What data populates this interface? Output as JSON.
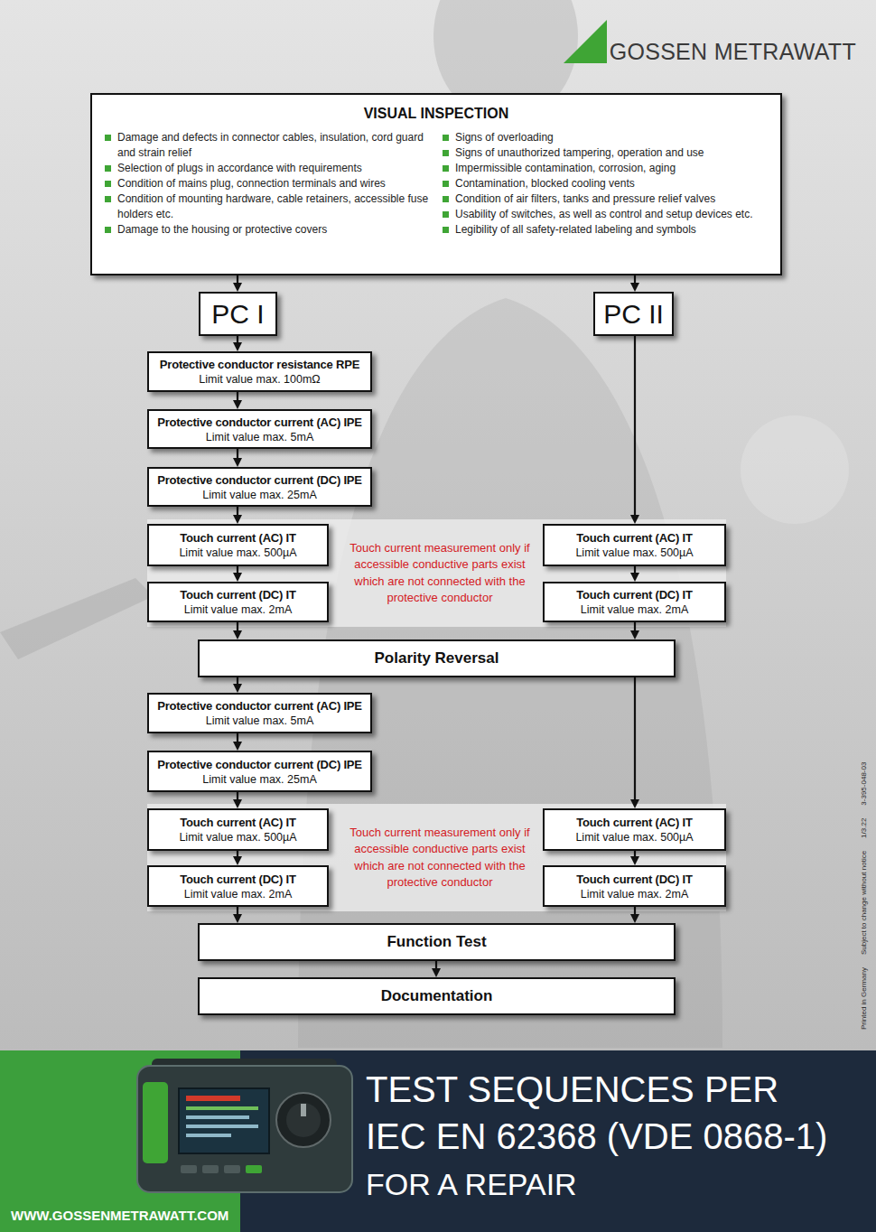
{
  "diagram": {
    "title": "TEST SEQUENCES PER IEC EN 62368 (VDE 0868-1)",
    "nodes": [
      {
        "text": [
          "VISUAL INSPECTION",
          "Damage and defects in connector cables, insulation, cord guard and strain relief",
          "Selection of plugs in accordance with requirements",
          "Condition of mains plug, connection terminals and wires",
          "Condition of mounting hardware, cable retainers, accessible fuse holders etc.",
          "Damage to the housing or protective covers",
          "Signs of overloading",
          "Signs of unauthorized tampering, operation and use",
          "Impermissible contamination, corrosion, aging",
          "Contamination, blocked cooling vents",
          "Condition of air filters, tanks and pressure relief valves",
          "Usability of switches, as well as control and setup devices etc.",
          "Legibility of all safety-related labeling and symbols"
        ]
      },
      {
        "text": [
          "PC I"
        ]
      },
      {
        "text": [
          "PC II"
        ]
      },
      {
        "text": [
          "Protective conductor resistance RPE",
          "Limit value max. 100mΩ"
        ]
      },
      {
        "text": [
          "Protective conductor current (AC) IPE",
          "Limit value max. 5mA"
        ]
      },
      {
        "text": [
          "Protective conductor current (DC) IPE",
          "Limit value max. 25mA"
        ]
      },
      {
        "text": [
          "Touch current (AC) IT",
          "Limit value max. 500µA"
        ]
      },
      {
        "text": [
          "Touch current (DC) IT",
          "Limit value max. 2mA"
        ]
      },
      {
        "text": [
          "Touch current (AC) IT",
          "Limit value max. 500µA"
        ]
      },
      {
        "text": [
          "Touch current (DC) IT",
          "Limit value max. 2mA"
        ]
      },
      {
        "text": [
          "Polarity Reversal"
        ]
      },
      {
        "text": [
          "Protective conductor current (AC) IPE",
          "Limit value max. 5mA"
        ]
      },
      {
        "text": [
          "Protective conductor current (DC) IPE",
          "Limit value max. 25mA"
        ]
      },
      {
        "text": [
          "Touch current (AC) IT",
          "Limit value max. 500µA"
        ]
      },
      {
        "text": [
          "Touch current (DC) IT",
          "Limit value max. 2mA"
        ]
      },
      {
        "text": [
          "Touch current (AC) IT",
          "Limit value max. 500µA"
        ]
      },
      {
        "text": [
          "Touch current (DC) IT",
          "Limit value max. 2mA"
        ]
      },
      {
        "text": [
          "Function Test"
        ]
      },
      {
        "text": [
          "Documentation"
        ]
      }
    ],
    "edges": [
      {
        "from": 0,
        "to": 1,
        "arrow": "to"
      },
      {
        "from": 0,
        "to": 2,
        "arrow": "to"
      },
      {
        "from": 1,
        "to": 3,
        "arrow": "to"
      },
      {
        "from": 3,
        "to": 4,
        "arrow": "to"
      },
      {
        "from": 4,
        "to": 5,
        "arrow": "to"
      },
      {
        "from": 5,
        "to": 6,
        "arrow": "to"
      },
      {
        "from": 6,
        "to": 7,
        "arrow": "to"
      },
      {
        "from": 7,
        "to": 10,
        "arrow": "to"
      },
      {
        "from": 2,
        "to": 8,
        "arrow": "to"
      },
      {
        "from": 8,
        "to": 9,
        "arrow": "to"
      },
      {
        "from": 9,
        "to": 10,
        "arrow": "to"
      },
      {
        "from": 10,
        "to": 11,
        "arrow": "to"
      },
      {
        "from": 11,
        "to": 12,
        "arrow": "to"
      },
      {
        "from": 12,
        "to": 13,
        "arrow": "to"
      },
      {
        "from": 13,
        "to": 14,
        "arrow": "to"
      },
      {
        "from": 14,
        "to": 17,
        "arrow": "to"
      },
      {
        "from": 10,
        "to": 15,
        "arrow": "to"
      },
      {
        "from": 15,
        "to": 16,
        "arrow": "to"
      },
      {
        "from": 16,
        "to": 17,
        "arrow": "to"
      },
      {
        "from": 17,
        "to": 18,
        "arrow": "to"
      }
    ],
    "labels": [
      "GOSSEN METRAWATT",
      "Touch current measurement only if accessible conductive parts exist which are not connected with the protective conductor",
      "Touch current measurement only if accessible conductive parts exist which are not connected with the protective conductor",
      "Printed in Germany",
      "Subject to change without notice",
      "1/3.22",
      "3-395-048-03",
      "FOR A REPAIR",
      "WWW.GOSSENMETRAWATT.COM"
    ]
  }
}
